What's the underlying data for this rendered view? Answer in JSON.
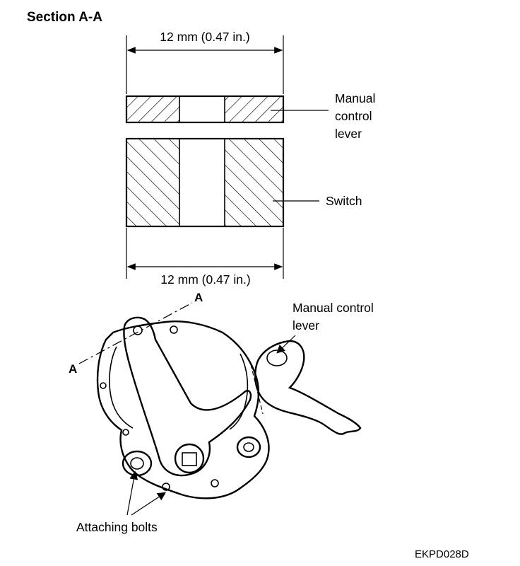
{
  "section_title": "Section A-A",
  "dimension_top": "12 mm (0.47 in.)",
  "dimension_bottom": "12 mm (0.47 in.)",
  "label_manual_control_lever_section": [
    "Manual",
    "control",
    "lever"
  ],
  "label_switch": "Switch",
  "label_manual_control_lever_assembly": [
    "Manual control",
    "lever"
  ],
  "label_attaching_bolts": "Attaching bolts",
  "section_marker_top": "A",
  "section_marker_left": "A",
  "figure_code": "EKPD028D"
}
